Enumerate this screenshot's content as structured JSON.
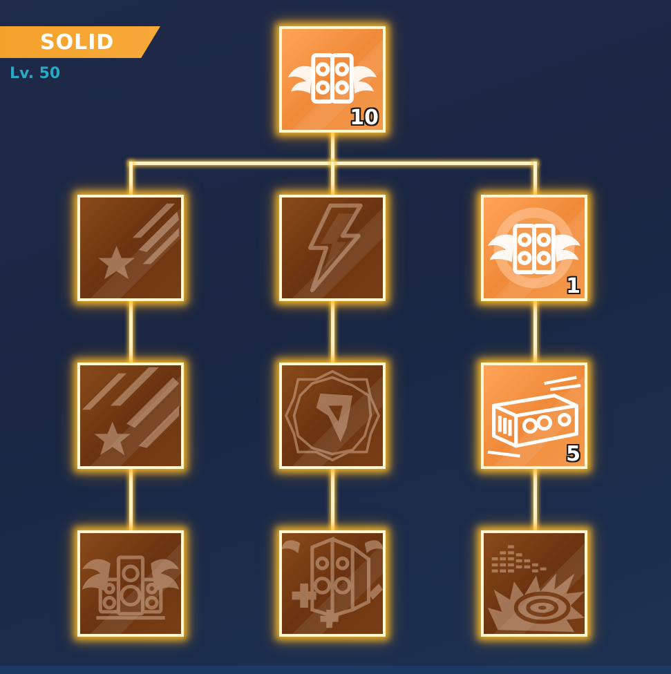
{
  "header": {
    "tier": "SOLID",
    "level": "Lv. 50"
  },
  "colors": {
    "banner": "#f4a12a",
    "level_text": "#29a9c4",
    "active_node": "#f08a3a",
    "locked_node": "#6b3410",
    "glow": "#ffbe28"
  },
  "skill_tree": {
    "root": {
      "icon": "winged-speaker-icon",
      "state": "active",
      "count": "10"
    },
    "columns": [
      {
        "nodes": [
          {
            "icon": "shooting-star-icon",
            "state": "locked",
            "count": ""
          },
          {
            "icon": "shooting-star-icon",
            "state": "locked",
            "count": ""
          },
          {
            "icon": "winged-speaker-stack-icon",
            "state": "locked",
            "count": ""
          }
        ]
      },
      {
        "nodes": [
          {
            "icon": "lightning-bolt-icon",
            "state": "locked",
            "count": ""
          },
          {
            "icon": "four-point-star-badge-icon",
            "state": "locked",
            "count": ""
          },
          {
            "icon": "speaker-plus-icon",
            "state": "locked",
            "count": ""
          }
        ]
      },
      {
        "nodes": [
          {
            "icon": "winged-speaker-gear-icon",
            "state": "active",
            "count": "1"
          },
          {
            "icon": "amplifier-icon",
            "state": "active",
            "count": "5"
          },
          {
            "icon": "vinyl-equalizer-icon",
            "state": "locked",
            "count": ""
          }
        ]
      }
    ]
  }
}
